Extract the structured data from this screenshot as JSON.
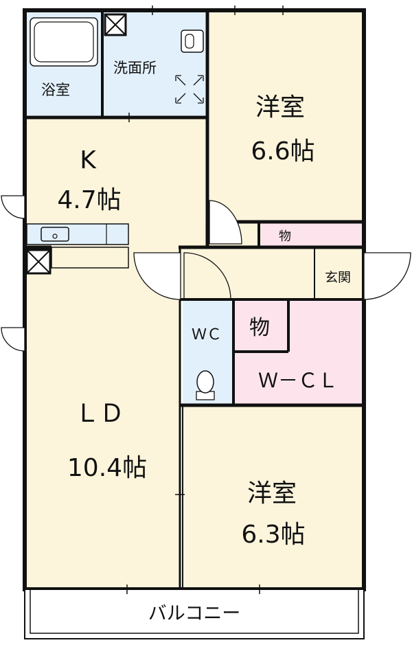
{
  "colors": {
    "wall": "#111111",
    "room": "#fcf5dc",
    "wet": "#e2f0fb",
    "storage": "#fde4ec",
    "balcony": "#ffffff"
  },
  "rooms": {
    "bath": {
      "label": "浴室"
    },
    "washroom": {
      "label": "洗面所"
    },
    "western1": {
      "label": "洋室",
      "size": "6.6帖"
    },
    "kitchen": {
      "label": "K",
      "size": "4.7帖"
    },
    "storage_small": {
      "label": "物"
    },
    "entrance": {
      "label": "玄関"
    },
    "wc": {
      "label": "ＷＣ"
    },
    "storage_wc": {
      "label": "物"
    },
    "wcl": {
      "label": "Ｗ－ＣＬ"
    },
    "living_dining": {
      "label": "ＬＤ",
      "size": "10.4帖"
    },
    "western2": {
      "label": "洋室",
      "size": "6.3帖"
    },
    "balcony": {
      "label": "バルコニー"
    }
  },
  "icons": [
    "washing-machine-icon",
    "washbasin-icon",
    "toilet-icon",
    "kitchen-sink-icon",
    "duct-shaft-icon",
    "door-swing-icon"
  ]
}
